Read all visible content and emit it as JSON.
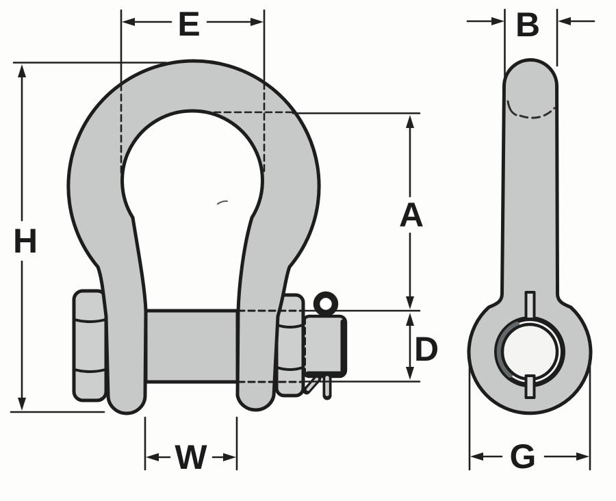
{
  "diagram": {
    "views": {
      "front": "bow-shackle-front-view",
      "side": "bow-shackle-side-view"
    },
    "dimensions": {
      "E": {
        "label": "E"
      },
      "B": {
        "label": "B"
      },
      "H": {
        "label": "H"
      },
      "A": {
        "label": "A"
      },
      "D": {
        "label": "D"
      },
      "W": {
        "label": "W"
      },
      "G": {
        "label": "G"
      }
    }
  },
  "colors": {
    "body": "#c7c9c8",
    "line": "#1d1d1d",
    "dim_line": "#202020",
    "label_text": "#1b1b1b",
    "background": "#fdfdfc",
    "shade": "#63686a",
    "light_fill": "#f4f4f2",
    "fitting_fill": "#cdcfce"
  }
}
